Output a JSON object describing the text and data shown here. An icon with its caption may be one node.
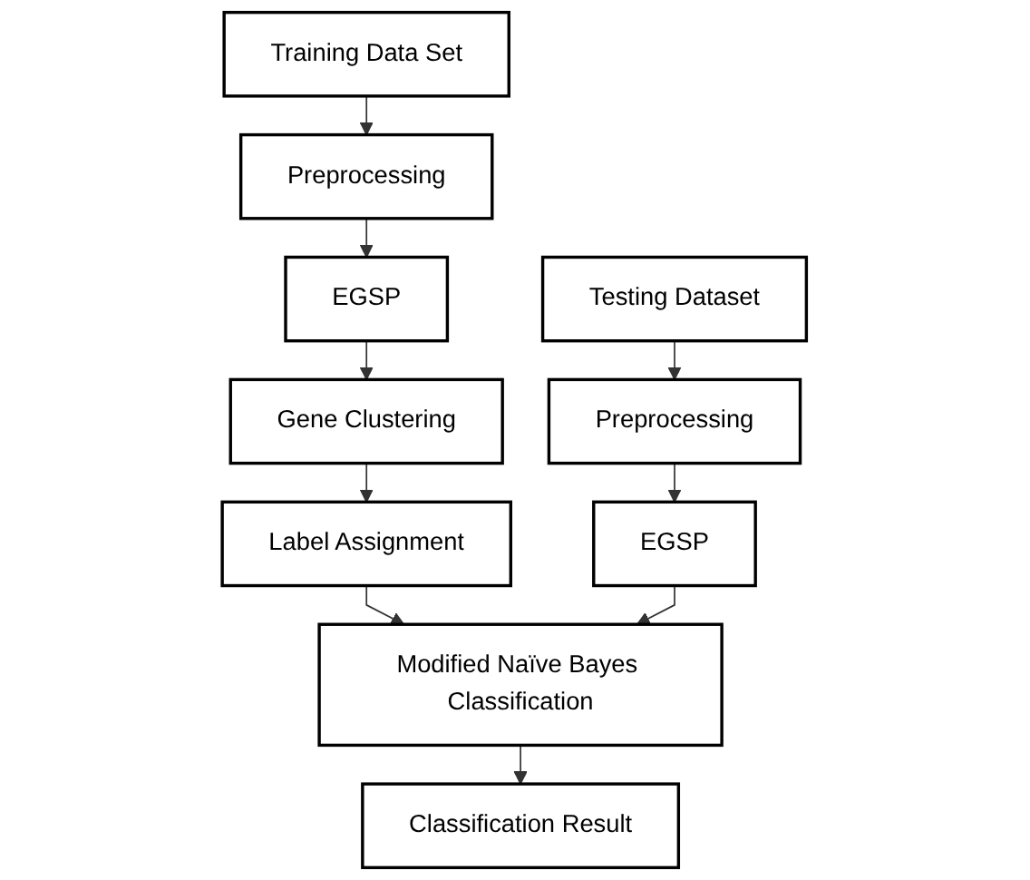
{
  "diagram": {
    "nodes": [
      {
        "text": [
          "Training Data Set"
        ]
      },
      {
        "text": [
          "Preprocessing"
        ]
      },
      {
        "text": [
          "EGSP"
        ]
      },
      {
        "text": [
          "Gene Clustering"
        ]
      },
      {
        "text": [
          "Label Assignment"
        ]
      },
      {
        "text": [
          "Testing Dataset"
        ]
      },
      {
        "text": [
          "Preprocessing"
        ]
      },
      {
        "text": [
          "EGSP"
        ]
      },
      {
        "text": [
          "Modified Naïve Bayes Classification"
        ]
      },
      {
        "text": [
          "Classification Result"
        ]
      }
    ],
    "edges": [
      {
        "from": 0,
        "to": 1,
        "arrow": "to"
      },
      {
        "from": 1,
        "to": 2,
        "arrow": "to"
      },
      {
        "from": 2,
        "to": 3,
        "arrow": "to"
      },
      {
        "from": 3,
        "to": 4,
        "arrow": "to"
      },
      {
        "from": 5,
        "to": 6,
        "arrow": "to"
      },
      {
        "from": 6,
        "to": 7,
        "arrow": "to"
      },
      {
        "from": 4,
        "to": 8,
        "arrow": "to"
      },
      {
        "from": 7,
        "to": 8,
        "arrow": "to"
      },
      {
        "from": 8,
        "to": 9,
        "arrow": "to"
      }
    ]
  }
}
